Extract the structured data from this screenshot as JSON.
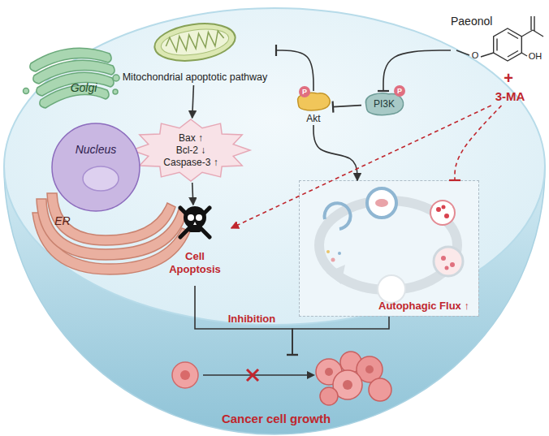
{
  "diagram": {
    "nodes": [
      {
        "text": [
          "Paeonol"
        ]
      },
      {
        "text": [
          "3-MA"
        ]
      },
      {
        "text": [
          "PI3K",
          "P"
        ]
      },
      {
        "text": [
          "Akt",
          "P"
        ]
      },
      {
        "text": [
          "Mitochondrial apoptotic pathway"
        ]
      },
      {
        "text": [
          "Bax ↑",
          "Bcl-2 ↓",
          "Caspase-3 ↑"
        ]
      },
      {
        "text": [
          "Cell Apoptosis"
        ]
      },
      {
        "text": [
          "Autophagic Flux ↑"
        ]
      },
      {
        "text": [
          "Cancer cell growth"
        ]
      },
      {
        "text": [
          "Golgi"
        ]
      },
      {
        "text": [
          "Nucleus"
        ]
      },
      {
        "text": [
          "ER"
        ]
      }
    ],
    "edges": [
      {
        "from": 0,
        "to": 2,
        "arrow": "to"
      },
      {
        "from": 2,
        "to": 3,
        "arrow": "to"
      },
      {
        "from": 3,
        "to": 4,
        "arrow": "to"
      },
      {
        "from": 4,
        "to": 5,
        "arrow": "to"
      },
      {
        "from": 5,
        "to": 6,
        "arrow": "to"
      },
      {
        "from": 3,
        "to": 7,
        "arrow": "to"
      },
      {
        "from": 1,
        "to": 7,
        "arrow": "to"
      },
      {
        "from": 1,
        "to": 6,
        "arrow": "to"
      },
      {
        "from": 6,
        "to": 8,
        "label": "Inhibition",
        "arrow": "to"
      },
      {
        "from": 7,
        "to": 8,
        "arrow": "to"
      }
    ],
    "labels": [
      "O",
      "OH",
      "+"
    ]
  }
}
